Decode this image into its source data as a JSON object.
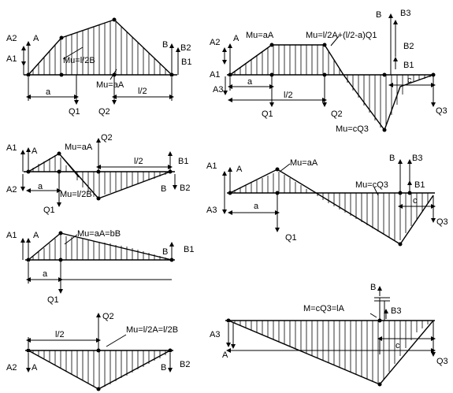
{
  "diagrams": [
    {
      "labels": {
        "A2": "A2",
        "A": "A",
        "A1": "A1",
        "Mu_l2B": "Mu=l/2B",
        "Mu_aA": "Mu=aA",
        "B": "B",
        "B2": "B2",
        "B1": "B1",
        "a": "a",
        "l2": "l/2",
        "Q1": "Q1",
        "Q2": "Q2"
      }
    },
    {
      "labels": {
        "A2": "A2",
        "A": "A",
        "Mu_aA": "Mu=aA",
        "Mu_long": "Mu=l/2A+(l/2-a)Q1",
        "B": "B",
        "B3": "B3",
        "B2": "B2",
        "B1": "B1",
        "A1": "A1",
        "A3": "A3",
        "a": "a",
        "l2": "l/2",
        "c": "c",
        "Q1": "Q1",
        "Q2": "Q2",
        "Q3": "Q3",
        "Mu_cQ3": "Mu=cQ3"
      }
    },
    {
      "labels": {
        "A1": "A1",
        "A": "A",
        "Mu_aA": "Mu=aA",
        "Q2": "Q2",
        "l2": "l/2",
        "B1": "B1",
        "A2": "A2",
        "a": "a",
        "Mu_l2B": "Mu=l/2B",
        "Q1": "Q1",
        "B": "B",
        "B2": "B2"
      }
    },
    {
      "labels": {
        "A1": "A1",
        "A": "A",
        "Mu_aA": "Mu=aA",
        "B": "B",
        "B3": "B3",
        "Mu_cQ3": "Mu=cQ3",
        "B1": "B1",
        "A3": "A3",
        "a": "a",
        "c": "c",
        "Q1": "Q1",
        "Q3": "Q3"
      }
    },
    {
      "labels": {
        "A1": "A1",
        "A": "A",
        "Mu_eq": "Mu=aA=bB",
        "B": "B",
        "B1": "B1",
        "a": "a",
        "Q1": "Q1"
      }
    },
    {
      "labels": {
        "l2": "l/2",
        "Q2": "Q2",
        "Mu_eq": "Mu=l/2A=l/2B",
        "A2": "A2",
        "A": "A",
        "B": "B",
        "B2": "B2"
      }
    },
    {
      "labels": {
        "B": "B",
        "B3": "B3",
        "M_eq": "M=cQ3=lA",
        "A3": "A3",
        "A": "A",
        "c": "c",
        "Q3": "Q3"
      }
    }
  ]
}
